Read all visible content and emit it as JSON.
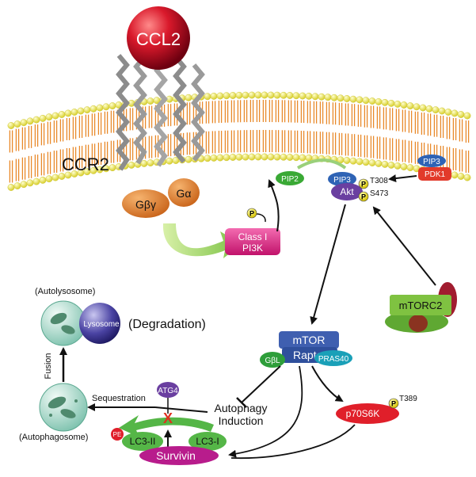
{
  "ligand": "CCL2",
  "receptor": "CCR2",
  "g_proteins": {
    "beta_gamma": "Gβγ",
    "alpha": "Gα"
  },
  "pi3k": {
    "line1": "Class I",
    "line2": "PI3K"
  },
  "phospho_label": "P",
  "pip2": "PIP2",
  "akt": {
    "pip3": "PIP3",
    "name": "Akt",
    "t308": "T308",
    "s473": "S473"
  },
  "pdk1": {
    "pip3": "PIP3",
    "name": "PDK1"
  },
  "mtorc2": "mTORC2",
  "mtorc1": {
    "mtor": "mTOR",
    "raptor": "Raptor",
    "gbl": "GβL",
    "pras40": "PRAS40"
  },
  "p70s6k": {
    "name": "p70S6K",
    "t389": "T389"
  },
  "autophagy_induction": {
    "line1": "Autophagy",
    "line2": "Induction"
  },
  "lc3": {
    "pe": "PE",
    "lc3_ii": "LC3-II",
    "lc3_i": "LC3-I",
    "block_mark": "X"
  },
  "survivin": "Survivin",
  "atg4": "ATG4",
  "sequestration": "Sequestration",
  "fusion": "Fusion",
  "autolysosome": "(Autolysosome)",
  "lysosome": "Lysosome",
  "degradation": "(Degradation)",
  "autophagosome": "(Autophagosome)",
  "colors": {
    "ccl2": "#c8102e",
    "membrane_head": "#f3ee5a",
    "membrane_tail": "#e8892a",
    "g_protein": "#e07b2e",
    "pi3k": "#e2177e",
    "pip2": "#3aa935",
    "pip3": "#2e63b5",
    "akt": "#6a3fa0",
    "pdk1": "#e23a2a",
    "phospho": "#f2e21b",
    "mtor": "#3f5fb0",
    "raptor": "#1aa0b8",
    "gbl": "#2e9e3a",
    "p70s6k": "#e01f2a",
    "mtorc2_box": "#7fc241",
    "lc3": "#55b647",
    "survivin": "#b81c8c",
    "block_x": "#e03020",
    "vesicle": "#9fd6c8",
    "lysosome": "#3c3690"
  }
}
